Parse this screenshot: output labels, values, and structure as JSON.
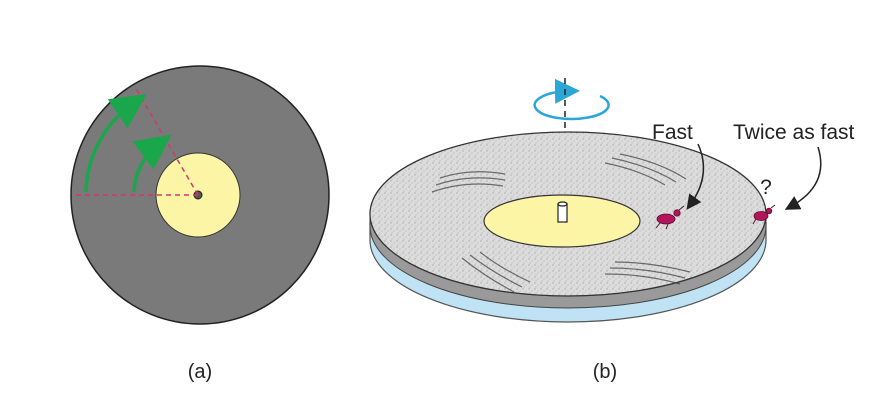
{
  "panels": {
    "a": {
      "caption": "(a)"
    },
    "b": {
      "caption": "(b)",
      "label_fast": "Fast",
      "label_twice": "Twice as fast",
      "question_mark": "?"
    }
  },
  "colors": {
    "disc_gray": "#7a7a7a",
    "label_yellow": "#fdf5a6",
    "arrow_green": "#1aa64a",
    "dash_red": "#d2386e",
    "rotation_blue": "#2aa7d6",
    "side_blue": "#bfe3f4",
    "bug_magenta": "#b3155c"
  }
}
